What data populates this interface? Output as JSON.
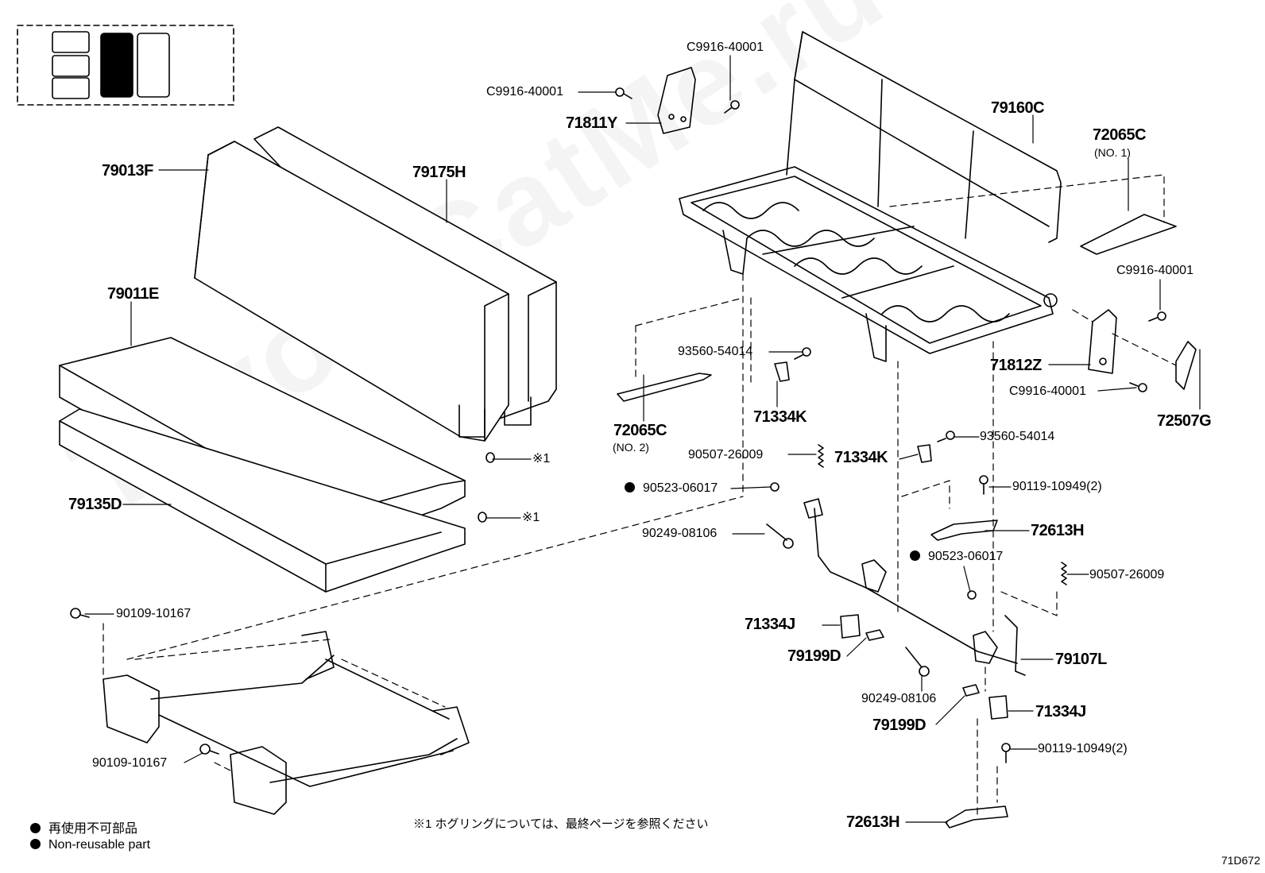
{
  "watermark": "ToyotaCatMe.ru",
  "parts": {
    "p79013F": "79013F",
    "p79175H": "79175H",
    "p79011E": "79011E",
    "p79135D": "79135D",
    "pC9916_a": "C9916-40001",
    "pC9916_b": "C9916-40001",
    "pC9916_c": "C9916-40001",
    "pC9916_d": "C9916-40001",
    "p71811Y": "71811Y",
    "p79160C": "79160C",
    "p72065C_1": "72065C",
    "p72065C_1_sub": "(NO. 1)",
    "p71812Z": "71812Z",
    "p72507G": "72507G",
    "p93560_a": "93560-54014",
    "p93560_b": "93560-54014",
    "p71334K_a": "71334K",
    "p71334K_b": "71334K",
    "p72065C_2": "72065C",
    "p72065C_2_sub": "(NO. 2)",
    "p90507_a": "90507-26009",
    "p90507_b": "90507-26009",
    "p90523_a": "90523-06017",
    "p90523_b": "90523-06017",
    "p90249_a": "90249-08106",
    "p90249_b": "90249-08106",
    "p90119_a": "90119-10949(2)",
    "p90119_b": "90119-10949(2)",
    "p72613H_a": "72613H",
    "p72613H_b": "72613H",
    "p71334J_a": "71334J",
    "p71334J_b": "71334J",
    "p79199D_a": "79199D",
    "p79199D_b": "79199D",
    "p79107L": "79107L",
    "p90109_a": "90109-10167",
    "p90109_b": "90109-10167",
    "hogring_a": "※1",
    "hogring_b": "※1"
  },
  "legend": {
    "jp": "再使用不可部品",
    "en": "Non-reusable part"
  },
  "footnote": "※1  ホグリングについては、最終ページを参照ください",
  "diagram_code": "71D672"
}
